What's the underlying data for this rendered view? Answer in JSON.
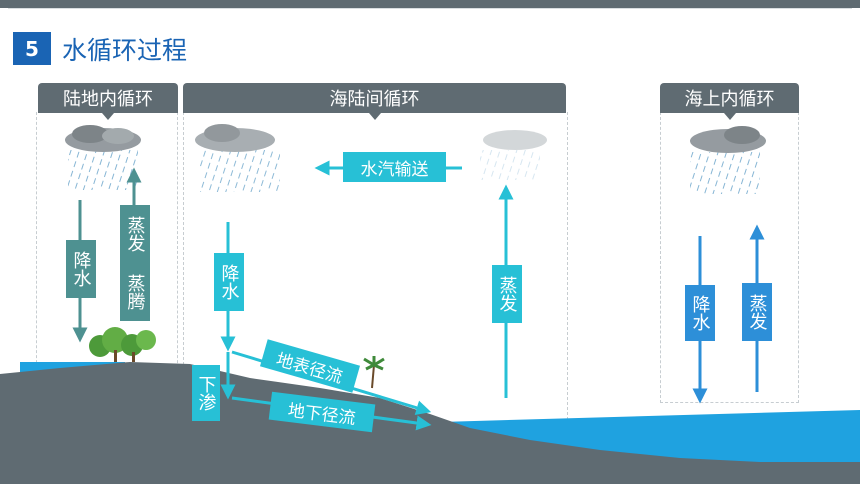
{
  "header": {
    "number": "5",
    "title": "水循环过程"
  },
  "panels": {
    "land": {
      "tab": "陆地内循环",
      "precip": "降水",
      "evap1": "蒸发",
      "evap2": "蒸腾"
    },
    "sea_land": {
      "tab": "海陆间循环",
      "vapor": "水汽输送",
      "precip": "降水",
      "infiltration": "下渗",
      "surface_runoff": "地表径流",
      "underground_runoff": "地下径流",
      "evap": "蒸发"
    },
    "ocean": {
      "tab": "海上内循环",
      "precip": "降水",
      "evap": "蒸发"
    }
  },
  "colors": {
    "header_blue": "#1a64b4",
    "tab_gray": "#5f6b72",
    "arrow_cyan": "#27c0d6",
    "land_green": "#4e9191",
    "ocean_blue": "#2d8fd8",
    "ground": "#5f6b72",
    "water": "#1fa2e0"
  }
}
